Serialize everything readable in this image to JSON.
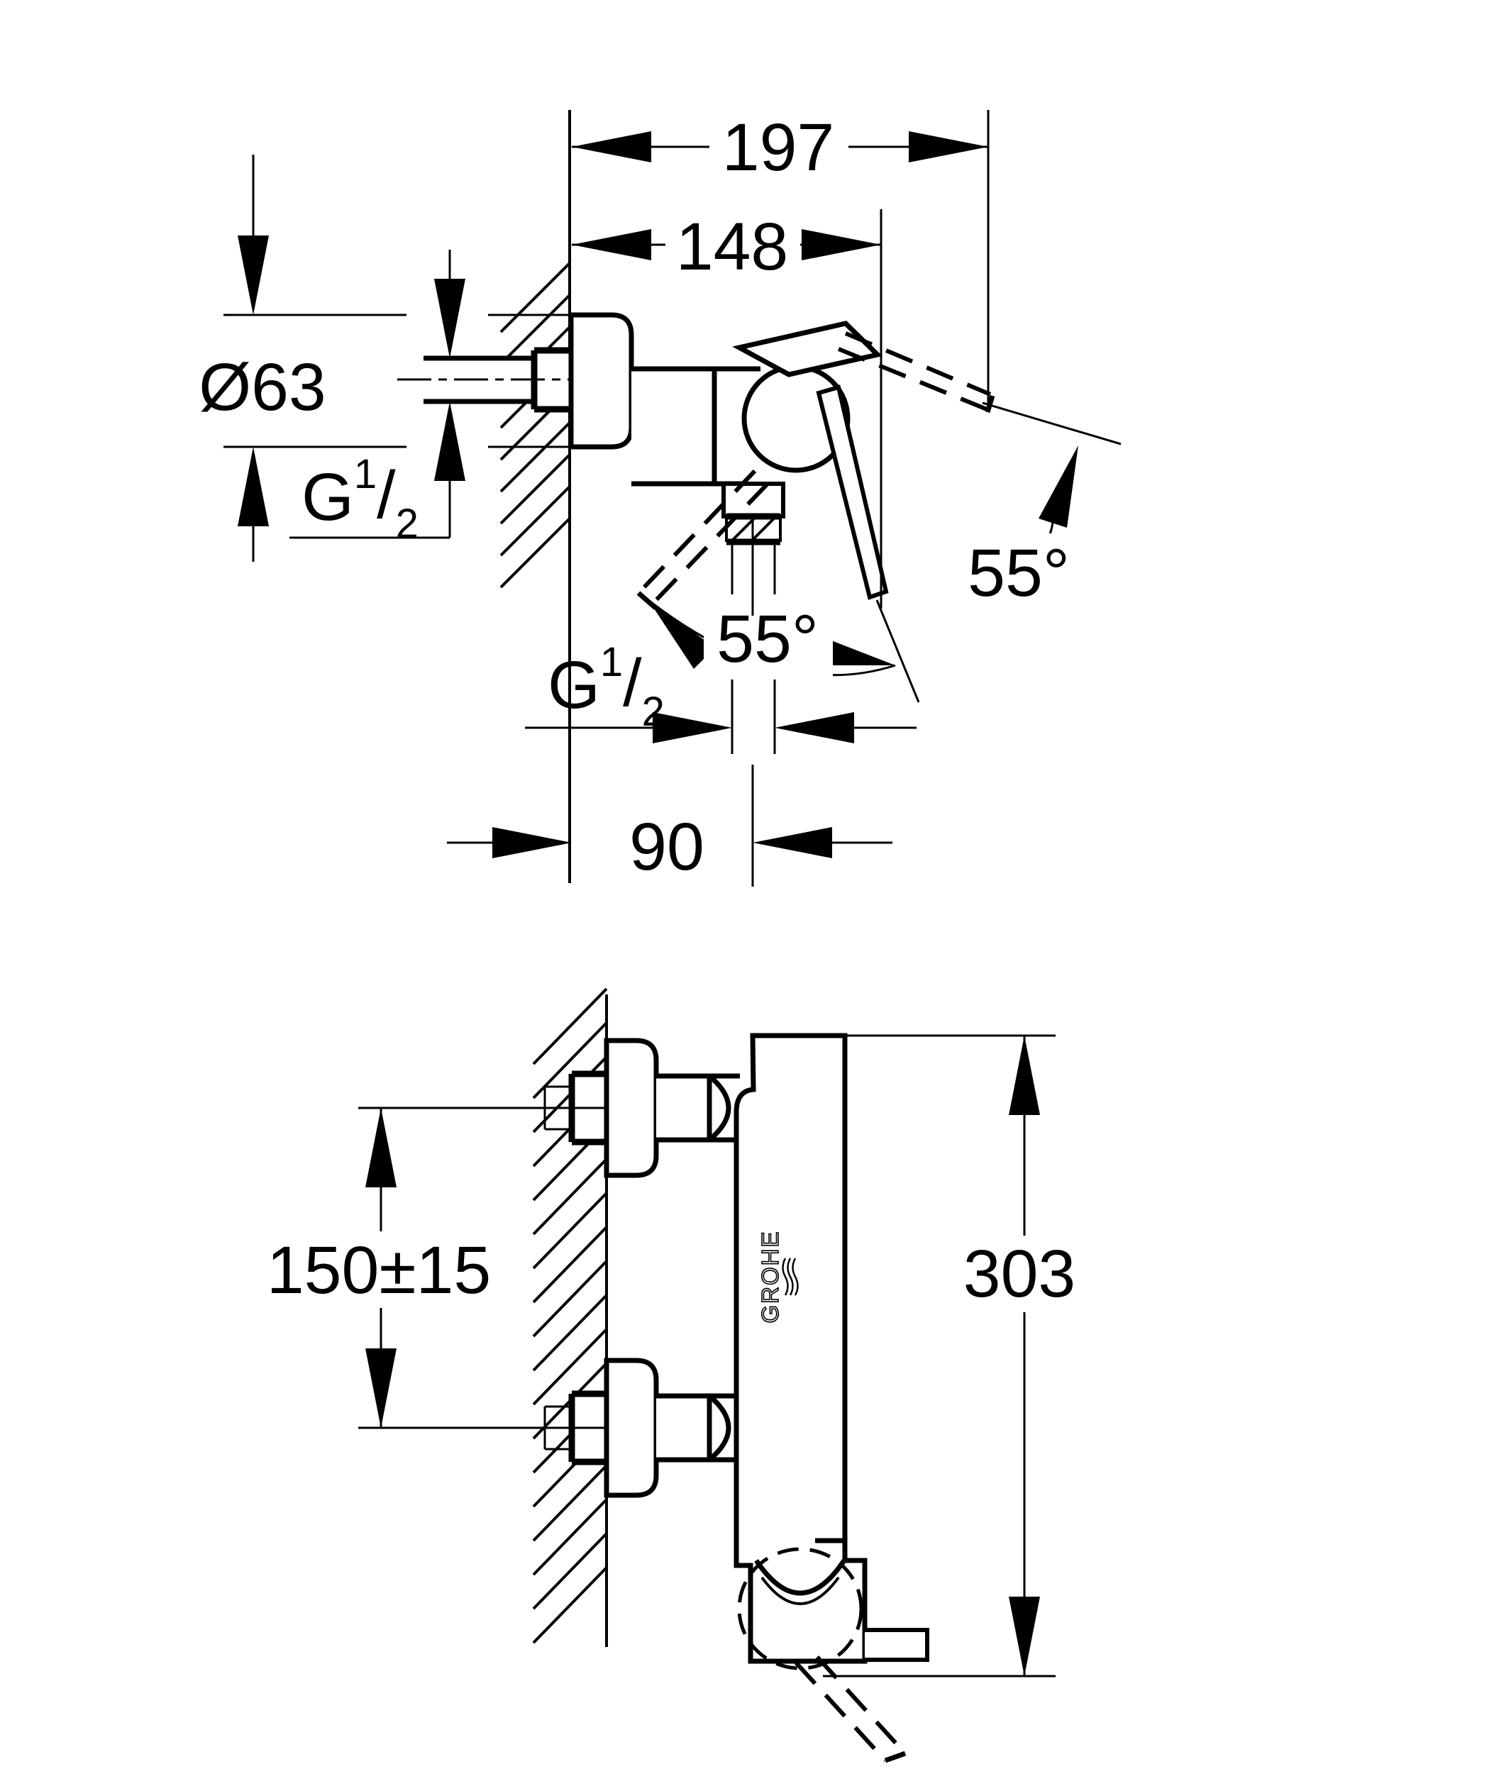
{
  "colors": {
    "paper": "#ffffff",
    "ink": "#000000"
  },
  "top_view": {
    "dims": {
      "overall_depth": "197",
      "lever_reach": "148",
      "escutcheon_diameter": "Ø63",
      "outlet_offset": "90",
      "swing_up": "55°",
      "swing_down": "55°"
    },
    "inlet_thread": {
      "prefix": "G",
      "sup": "1",
      "slash": "/",
      "sub": "2"
    },
    "outlet_thread": {
      "prefix": "G",
      "sup": "1",
      "slash": "/",
      "sub": "2"
    }
  },
  "side_view": {
    "dims": {
      "union_spacing": "150±15",
      "overall_height": "303"
    },
    "brand_logo": "GROHE"
  }
}
